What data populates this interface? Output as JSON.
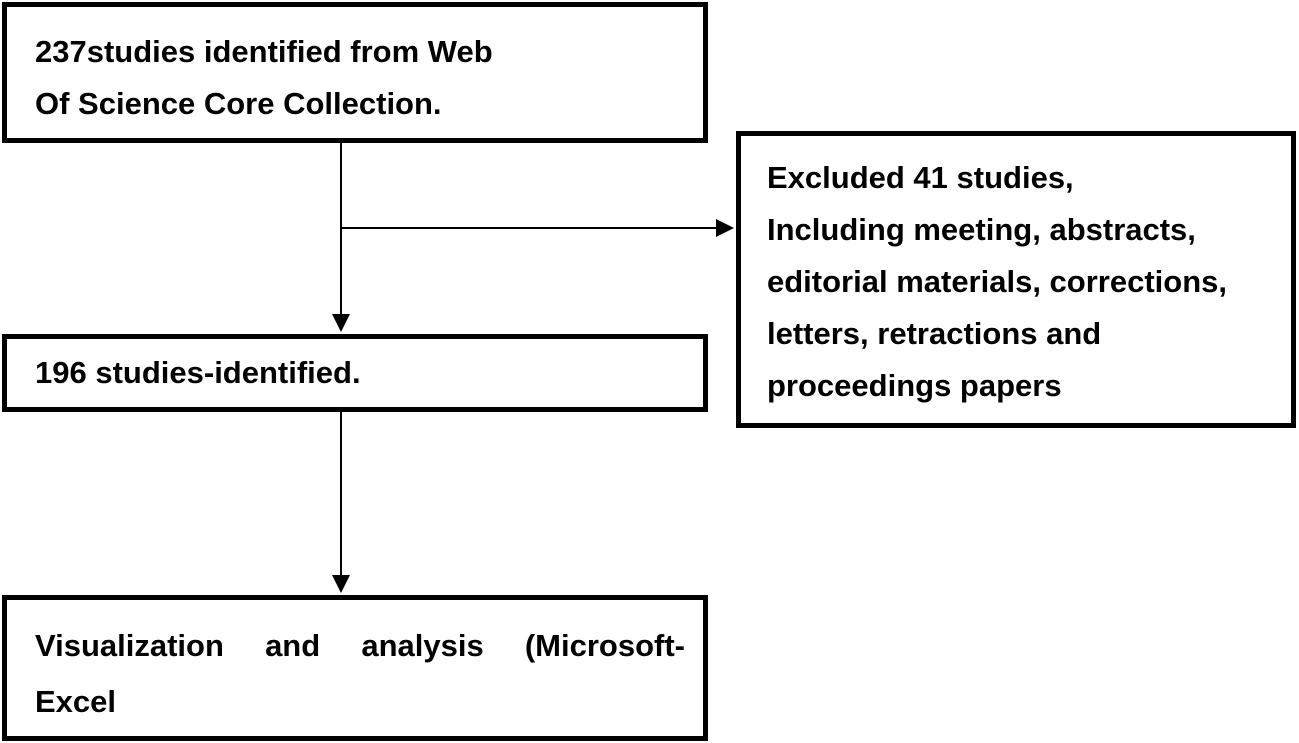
{
  "nodes": {
    "identified": {
      "lines": [
        "237studies identified from Web",
        "Of Science Core Collection."
      ]
    },
    "excluded": {
      "lines": [
        "Excluded 41 studies,",
        "Including meeting, abstracts,",
        "editorial materials, corrections,",
        "letters, retractions and",
        "proceedings papers"
      ]
    },
    "screened": {
      "lines": [
        "196 studies-identified."
      ]
    },
    "analysis": {
      "lines": [
        "Visualization and analysis (Microsoft-",
        "Excel"
      ]
    }
  },
  "edges": [
    {
      "from": "identified",
      "to": "screened"
    },
    {
      "from": "identified",
      "to": "excluded"
    },
    {
      "from": "screened",
      "to": "analysis"
    }
  ]
}
